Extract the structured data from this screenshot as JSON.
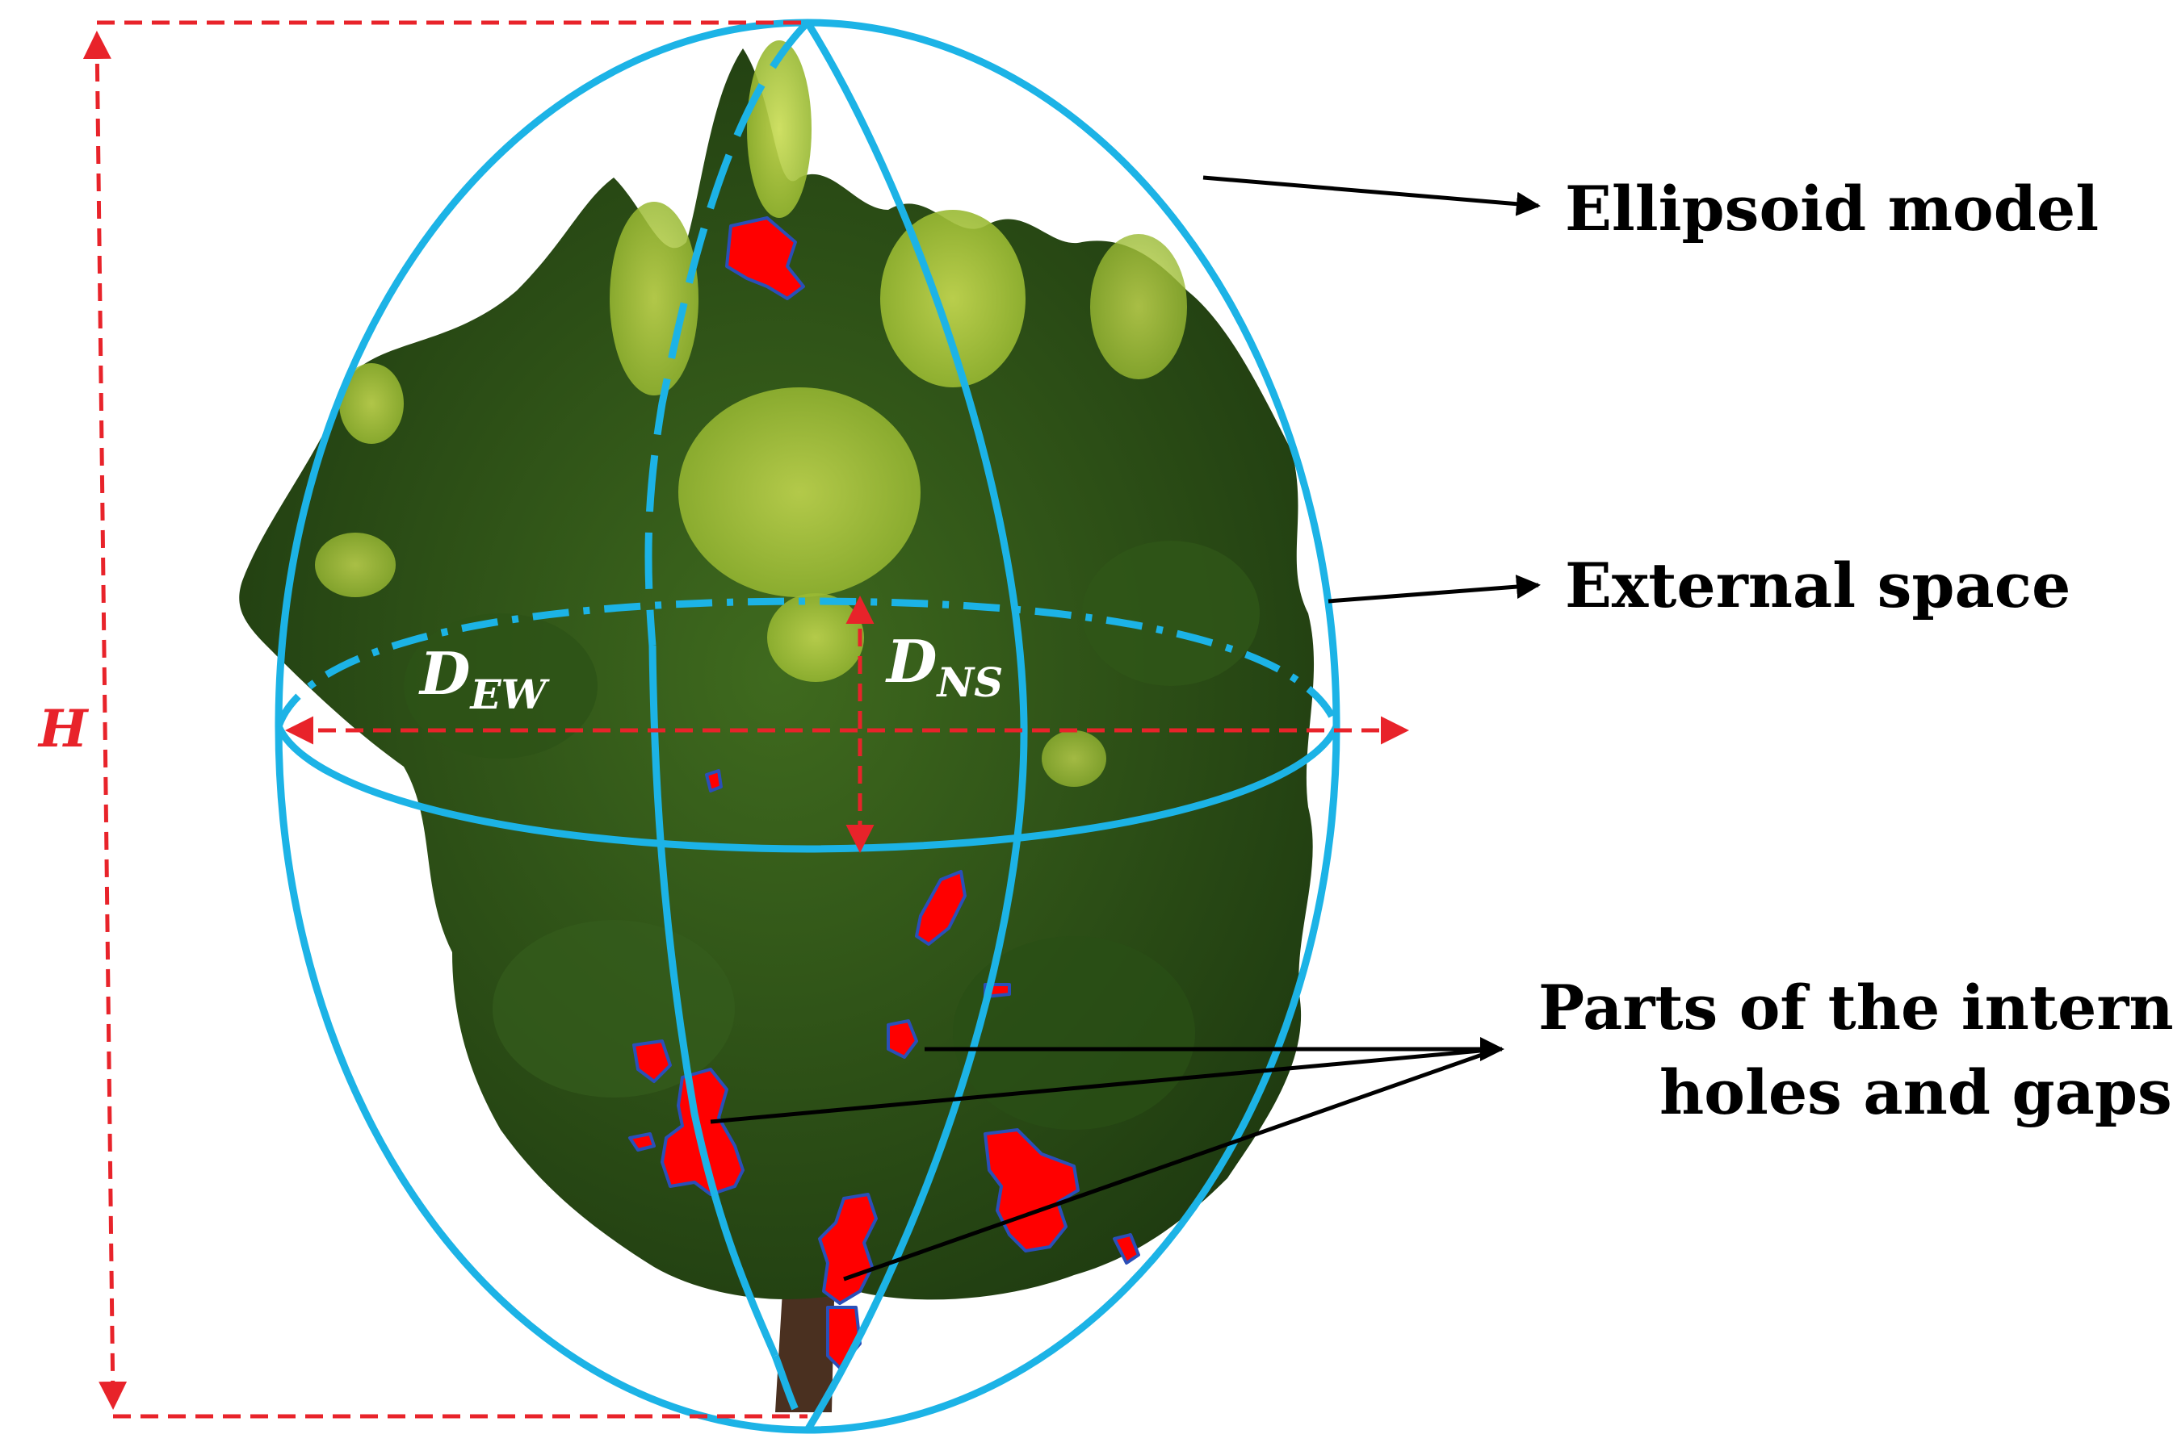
{
  "labels": {
    "ellipsoid_model": "Ellipsoid model",
    "external_space": "External space",
    "holes_line1": "Parts of the internal",
    "holes_line2": "holes and gaps"
  },
  "dimensions": {
    "height": "H",
    "d_ew_main": "D",
    "d_ew_sub": "EW",
    "d_ns_main": "D",
    "d_ns_sub": "NS"
  },
  "colors": {
    "ellipsoid": "#1cb3e6",
    "dimension": "#e8232a",
    "hole_fill": "#ff0000",
    "hole_outline": "#2a4fb8",
    "arrow": "#000000",
    "dim_text_on_tree": "#ffffff"
  }
}
